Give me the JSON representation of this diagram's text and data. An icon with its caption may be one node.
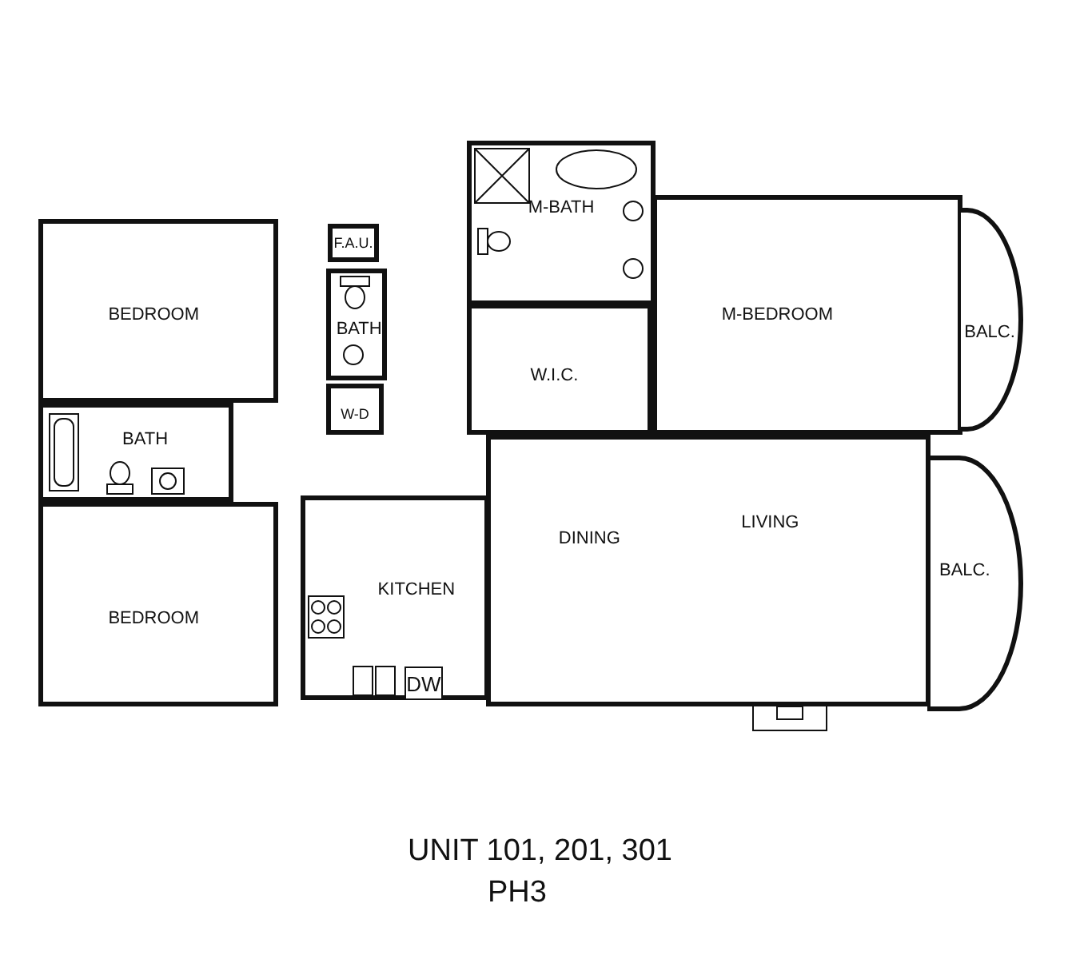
{
  "diagram": {
    "title": "UNIT 101, 201, 301",
    "caption": "PH3",
    "nodes": [
      {
        "text": [
          "M-BATH"
        ]
      },
      {
        "text": [
          "F.A.U."
        ]
      },
      {
        "text": [
          "BEDROOM"
        ]
      },
      {
        "text": [
          "BATH"
        ]
      },
      {
        "text": [
          "M-BEDROOM"
        ]
      },
      {
        "text": [
          "W.I.C."
        ]
      },
      {
        "text": [
          "BALC."
        ]
      },
      {
        "text": [
          "BATH"
        ]
      },
      {
        "text": [
          "W-D"
        ]
      },
      {
        "text": [
          "BALC."
        ]
      },
      {
        "text": [
          "KITCHEN"
        ]
      },
      {
        "text": [
          "DW"
        ],
        "in": 10
      },
      {
        "text": [
          "DINING"
        ]
      },
      {
        "text": [
          "LIVING"
        ]
      },
      {
        "text": [
          "BEDROOM"
        ]
      }
    ],
    "edges": []
  }
}
